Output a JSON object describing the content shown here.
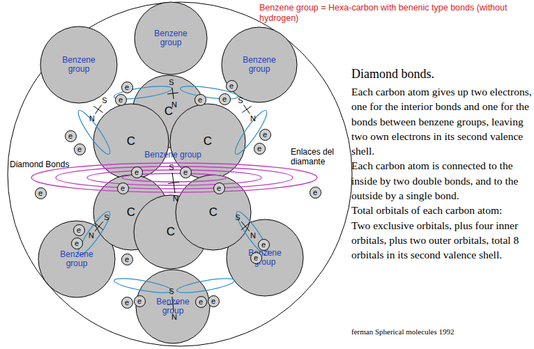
{
  "diagram": {
    "title": "Diamond bonds.",
    "caption": "ferman Spherical molecules 1992",
    "nodes": [
      {
        "text": [
          "Benzene group"
        ]
      },
      {
        "text": [
          "Benzene group"
        ]
      },
      {
        "text": [
          "Benzene group"
        ]
      },
      {
        "text": [
          "C"
        ]
      },
      {
        "text": [
          "C"
        ]
      },
      {
        "text": [
          "C"
        ]
      },
      {
        "text": [
          "C"
        ]
      },
      {
        "text": [
          "C"
        ]
      },
      {
        "text": [
          "C"
        ]
      },
      {
        "text": [
          "Benzene group"
        ]
      },
      {
        "text": [
          "Benzene group"
        ]
      },
      {
        "text": [
          "Benzene group"
        ]
      },
      {
        "text": [
          "e"
        ]
      },
      {
        "text": [
          "e"
        ]
      },
      {
        "text": [
          "e"
        ]
      },
      {
        "text": [
          "e"
        ]
      },
      {
        "text": [
          "e"
        ]
      },
      {
        "text": [
          "e"
        ]
      },
      {
        "text": [
          "e"
        ]
      },
      {
        "text": [
          "e"
        ]
      },
      {
        "text": [
          "e"
        ]
      },
      {
        "text": [
          "e"
        ]
      },
      {
        "text": [
          "e"
        ]
      },
      {
        "text": [
          "e"
        ]
      },
      {
        "text": [
          "e"
        ]
      },
      {
        "text": [
          "e"
        ]
      },
      {
        "text": [
          "e"
        ]
      },
      {
        "text": [
          "e"
        ]
      },
      {
        "text": [
          "e"
        ]
      },
      {
        "text": [
          "e"
        ]
      },
      {
        "text": [
          "e"
        ]
      },
      {
        "text": [
          "e"
        ]
      },
      {
        "text": [
          "e"
        ]
      },
      {
        "text": [
          "e"
        ]
      },
      {
        "text": [
          "e"
        ]
      },
      {
        "text": [
          "e"
        ]
      }
    ],
    "labels": [
      "Benzene group = Hexa-carbon with benenic type bonds (without hydrogen)",
      "Diamond Bonds",
      "Benzene group",
      "Enlaces del diamante",
      "S",
      "N",
      "S",
      "N",
      "S",
      "N",
      "S",
      "N",
      "S",
      "N",
      "S",
      "N",
      "S",
      "N",
      "Each carbon atom gives up two electrons, one for the interior bonds and one for the bonds between benzene groups, leaving two own electrons in its second valence shell.",
      "Each carbon atom is connected to the inside by two double bonds, and to the outside by a single bond.",
      "Total orbitals of each carbon atom:",
      "Two exclusive orbitals, plus four inner orbitals, plus two outer orbitals, total 8 orbitals in its second valence shell."
    ]
  }
}
